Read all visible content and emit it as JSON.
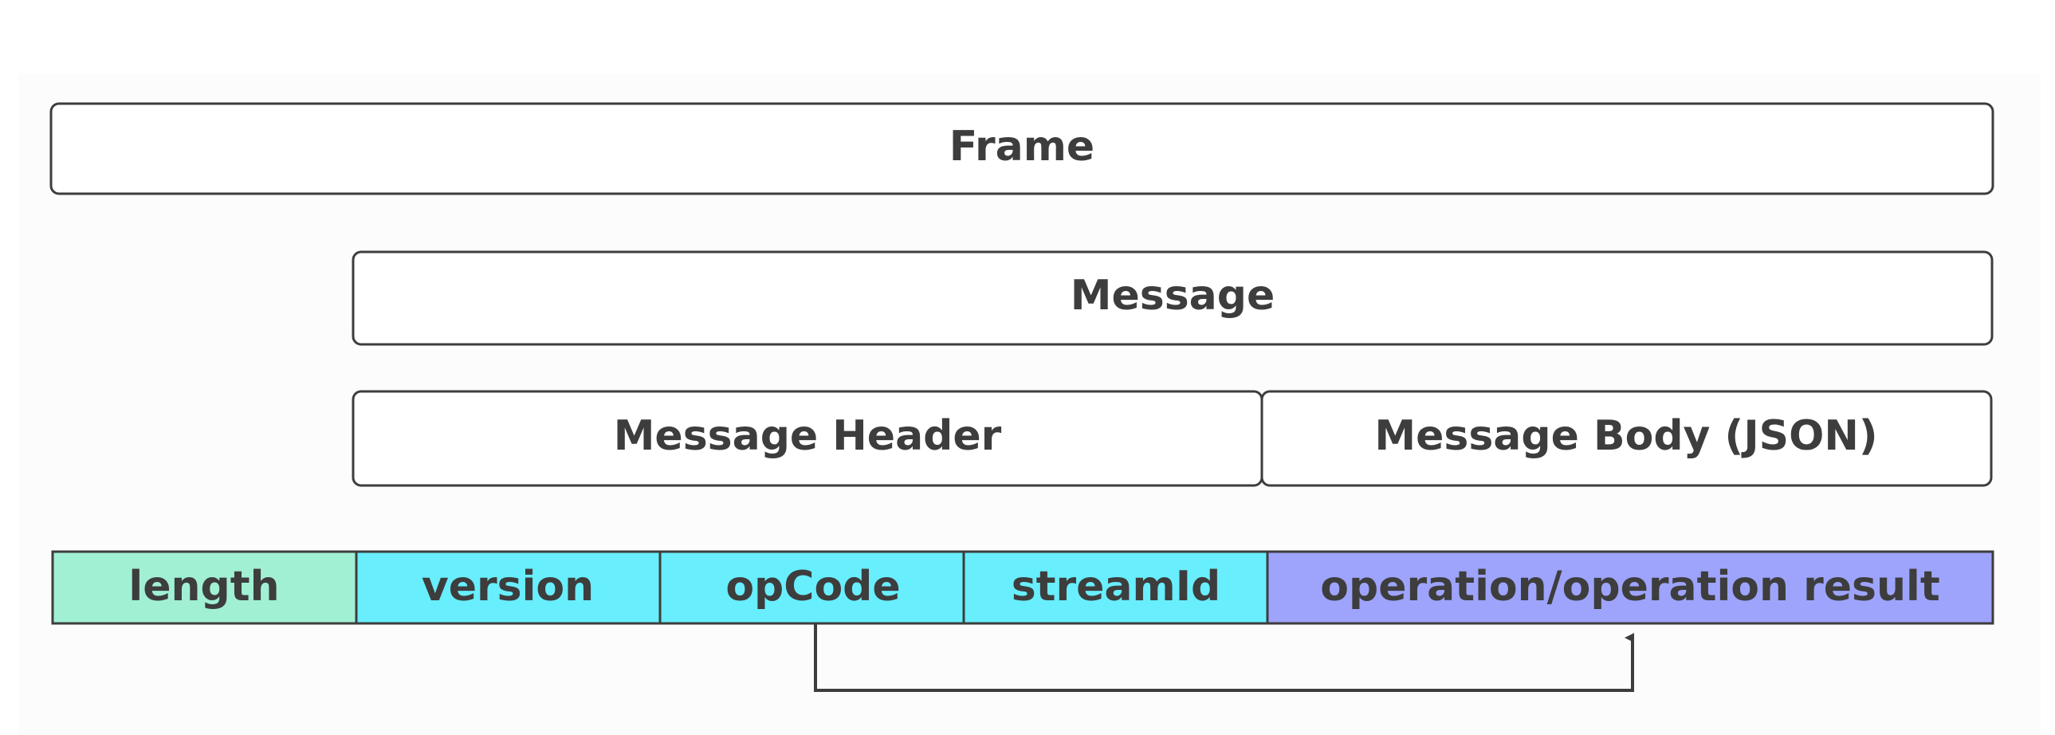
{
  "layers": {
    "frame": "Frame",
    "message": "Message",
    "message_header": "Message Header",
    "message_body": "Message Body (JSON)"
  },
  "fields": [
    {
      "key": "length",
      "label": "length",
      "color": "#a1f0d4"
    },
    {
      "key": "version",
      "label": "version",
      "color": "#68eefc"
    },
    {
      "key": "opcode",
      "label": "opCode",
      "color": "#68eefc"
    },
    {
      "key": "streamid",
      "label": "streamId",
      "color": "#68eefc"
    },
    {
      "key": "operation",
      "label": "operation/operation result",
      "color": "#9ea4fc"
    }
  ],
  "colors": {
    "stroke": "#3d3d3d",
    "text": "#3d3d3d",
    "background": "#ffffff"
  },
  "connector": {
    "from": "opcode",
    "to": "operation"
  }
}
